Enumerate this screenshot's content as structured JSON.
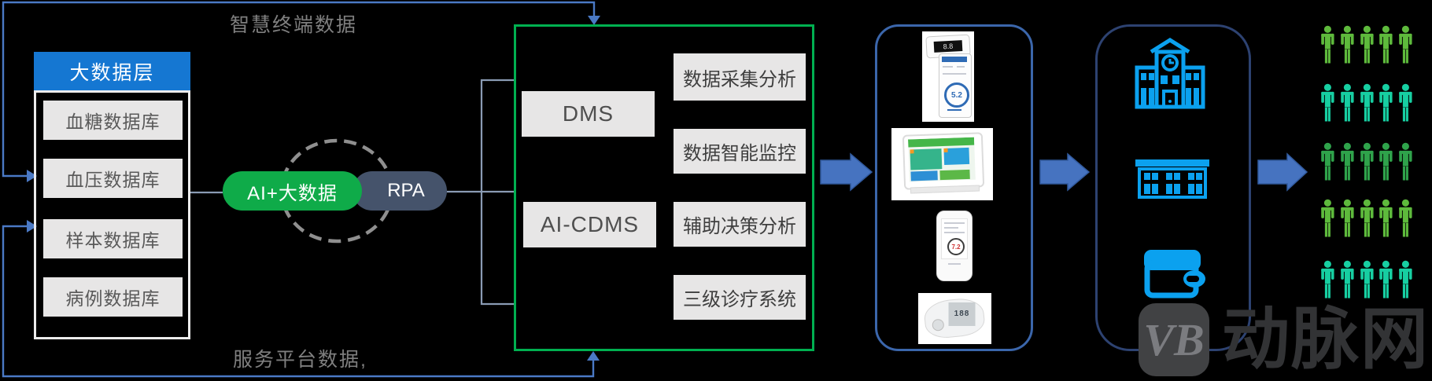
{
  "flow_labels": {
    "top": "智慧终端数据",
    "bottom": "服务平台数据,"
  },
  "big_data_layer": {
    "title": "大数据层",
    "databases": [
      "血糖数据库",
      "血压数据库",
      "样本数据库",
      "病例数据库"
    ]
  },
  "engines": {
    "ai_label": "AI+大数据",
    "rpa_label": "RPA"
  },
  "platform": {
    "systems": [
      "DMS",
      "AI-CDMS"
    ],
    "capabilities": [
      "数据采集分析",
      "数据智能监控",
      "辅助决策分析",
      "三级诊疗系统"
    ]
  },
  "devices": {
    "items": [
      {
        "name": "glucose-meter-handheld-icon",
        "reading": "5.2"
      },
      {
        "name": "smart-health-tablet-icon",
        "reading": ""
      },
      {
        "name": "portable-health-monitor-icon",
        "reading": "7.2"
      },
      {
        "name": "blood-pressure-monitor-icon",
        "reading": ""
      }
    ]
  },
  "institutions": {
    "icons": [
      "hospital-building-icon",
      "enterprise-building-icon",
      "wallet-icon"
    ]
  },
  "population": {
    "rows": [
      {
        "color": "#5eba3c",
        "count": 5
      },
      {
        "color": "#17cfa2",
        "count": 5
      },
      {
        "color": "#2fa34b",
        "count": 5
      },
      {
        "color": "#5eba3c",
        "count": 5
      },
      {
        "color": "#17cfa2",
        "count": 5
      }
    ],
    "row_tops": [
      29,
      103,
      178,
      250,
      328
    ]
  },
  "watermark": {
    "logo": "VB",
    "text": "动脉网"
  },
  "colors": {
    "header_blue": "#1577d2",
    "flow_blue": "#4a79c5",
    "connector_steel": "#8a9bb4",
    "platform_green": "#00b050",
    "pill_green": "#0fab49",
    "pill_slate": "#45536b",
    "icon_blue": "#0ba1ef",
    "arrow_blue": "#4673c0"
  }
}
